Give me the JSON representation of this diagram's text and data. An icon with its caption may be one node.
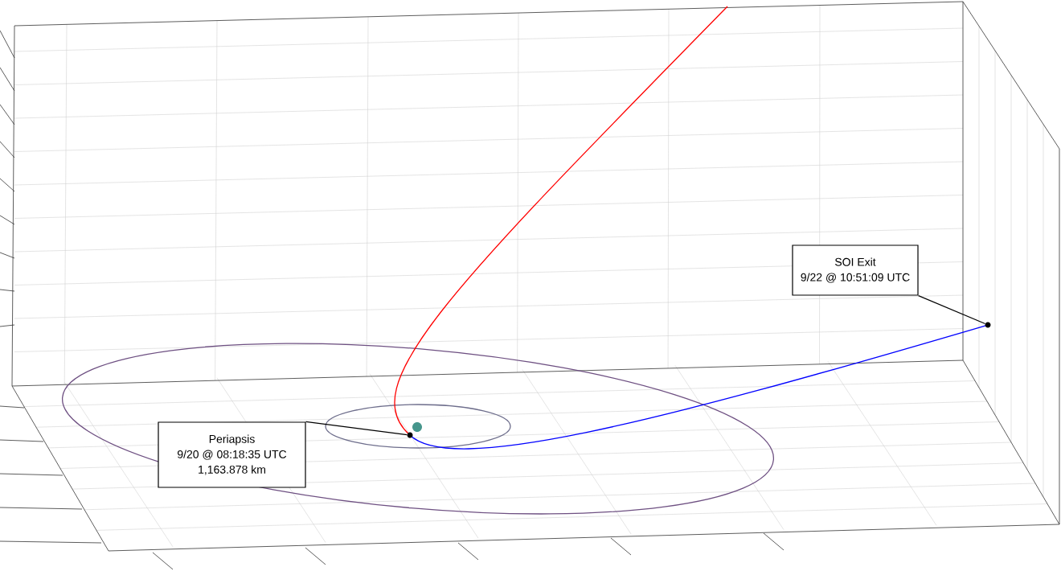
{
  "diagram": {
    "nodes": [
      {
        "text": [
          "Periapsis",
          "9/20 @ 08:18:35 UTC",
          "1,163.878 km"
        ]
      },
      {
        "text": [],
        "shape": "circle"
      },
      {
        "text": [
          "SOI Exit",
          "9/22 @ 10:51:09 UTC"
        ]
      },
      {
        "text": [],
        "shape": "circle"
      }
    ],
    "edges": [
      {
        "from": 0,
        "to": 1,
        "arrow": "none"
      },
      {
        "from": 2,
        "to": 3,
        "arrow": "none"
      }
    ]
  }
}
